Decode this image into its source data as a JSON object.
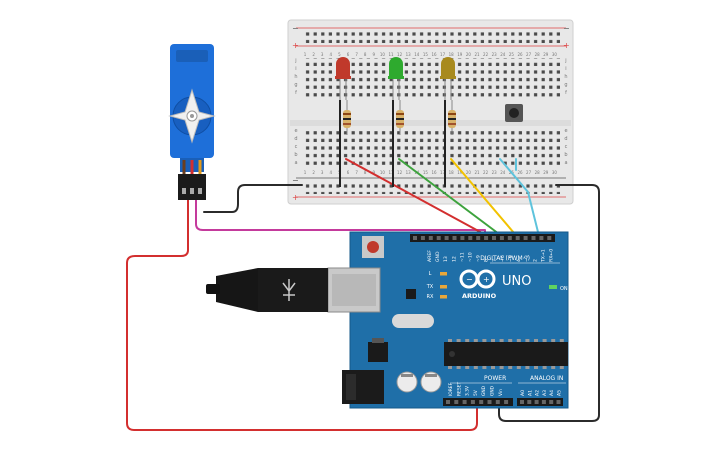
{
  "breadboard": {
    "columns": [
      "1",
      "2",
      "3",
      "4",
      "5",
      "6",
      "7",
      "8",
      "9",
      "10",
      "11",
      "12",
      "13",
      "14",
      "15",
      "16",
      "17",
      "18",
      "19",
      "20",
      "21",
      "22",
      "23",
      "24",
      "25",
      "26",
      "27",
      "28",
      "29",
      "30"
    ],
    "rows_top": [
      "j",
      "i",
      "h",
      "g",
      "f"
    ],
    "rows_bottom": [
      "e",
      "d",
      "c",
      "b",
      "a"
    ],
    "rail_plus": "+",
    "rail_minus": "−"
  },
  "components": {
    "leds": [
      {
        "name": "red-led",
        "color": "#c0392b"
      },
      {
        "name": "green-led",
        "color": "#2eaa2e"
      },
      {
        "name": "yellow-led",
        "color": "#a88a1e"
      }
    ],
    "servo_color": "#1e6fd9"
  },
  "arduino": {
    "logo_text": "ARDUINO",
    "model": "UNO",
    "on_label": "ON",
    "digital_label": "DIGITAL (PWM~)",
    "power_label": "POWER",
    "analog_label": "ANALOG IN",
    "led_labels": [
      "L",
      "TX",
      "RX"
    ],
    "top_header_labels": [
      "AREF",
      "GND",
      "13",
      "12",
      "~11",
      "~10",
      "~9",
      "8",
      "7",
      "~6",
      "~5",
      "4",
      "~3",
      "2",
      "TX→1",
      "RX←0"
    ],
    "power_pins": [
      "IOREF",
      "RESET",
      "3.3V",
      "5V",
      "GND",
      "GND",
      "Vin"
    ],
    "analog_pins": [
      "A0",
      "A1",
      "A2",
      "A3",
      "A4",
      "A5"
    ]
  },
  "wires": {
    "red": "#d32f2f",
    "green": "#3da33d",
    "yellow": "#f2c200",
    "cyan": "#5ec3dc",
    "black": "#2b2b2b",
    "magenta": "#c43a9c"
  }
}
